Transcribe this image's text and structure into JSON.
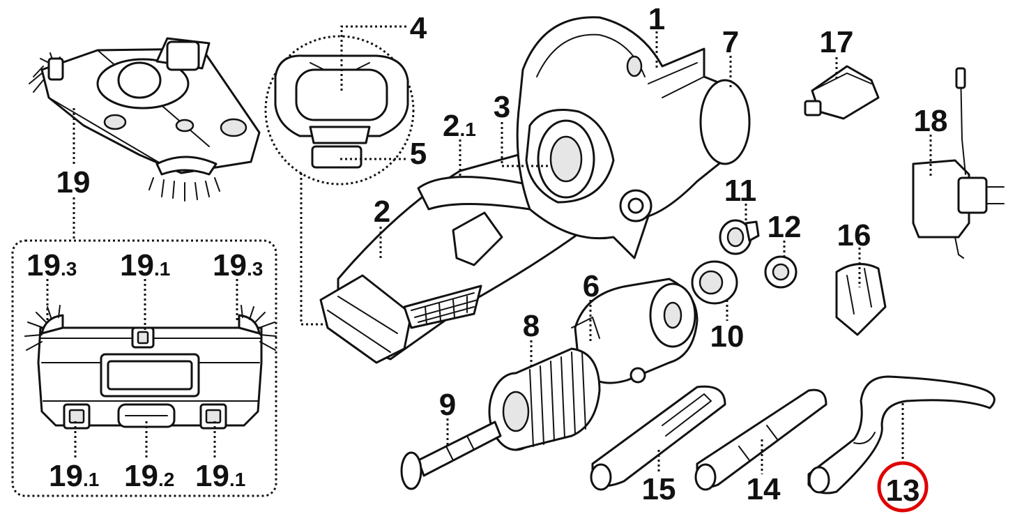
{
  "labels": {
    "l1": {
      "main": "1",
      "sub": ""
    },
    "l2": {
      "main": "2",
      "sub": ""
    },
    "l2_1": {
      "main": "2",
      "sub": ".1"
    },
    "l3": {
      "main": "3",
      "sub": ""
    },
    "l4": {
      "main": "4",
      "sub": ""
    },
    "l5": {
      "main": "5",
      "sub": ""
    },
    "l6": {
      "main": "6",
      "sub": ""
    },
    "l7": {
      "main": "7",
      "sub": ""
    },
    "l8": {
      "main": "8",
      "sub": ""
    },
    "l9": {
      "main": "9",
      "sub": ""
    },
    "l10": {
      "main": "10",
      "sub": ""
    },
    "l11": {
      "main": "11",
      "sub": ""
    },
    "l12": {
      "main": "12",
      "sub": ""
    },
    "l13": {
      "main": "13",
      "sub": ""
    },
    "l14": {
      "main": "14",
      "sub": ""
    },
    "l15": {
      "main": "15",
      "sub": ""
    },
    "l16": {
      "main": "16",
      "sub": ""
    },
    "l17": {
      "main": "17",
      "sub": ""
    },
    "l18": {
      "main": "18",
      "sub": ""
    },
    "l19": {
      "main": "19",
      "sub": ""
    },
    "l19_1a": {
      "main": "19",
      "sub": ".1"
    },
    "l19_1b": {
      "main": "19",
      "sub": ".1"
    },
    "l19_1c": {
      "main": "19",
      "sub": ".1"
    },
    "l19_2": {
      "main": "19",
      "sub": ".2"
    },
    "l19_3a": {
      "main": "19",
      "sub": ".3"
    },
    "l19_3b": {
      "main": "19",
      "sub": ".3"
    }
  },
  "highlight": {
    "label": "13",
    "color": "#e00000"
  }
}
